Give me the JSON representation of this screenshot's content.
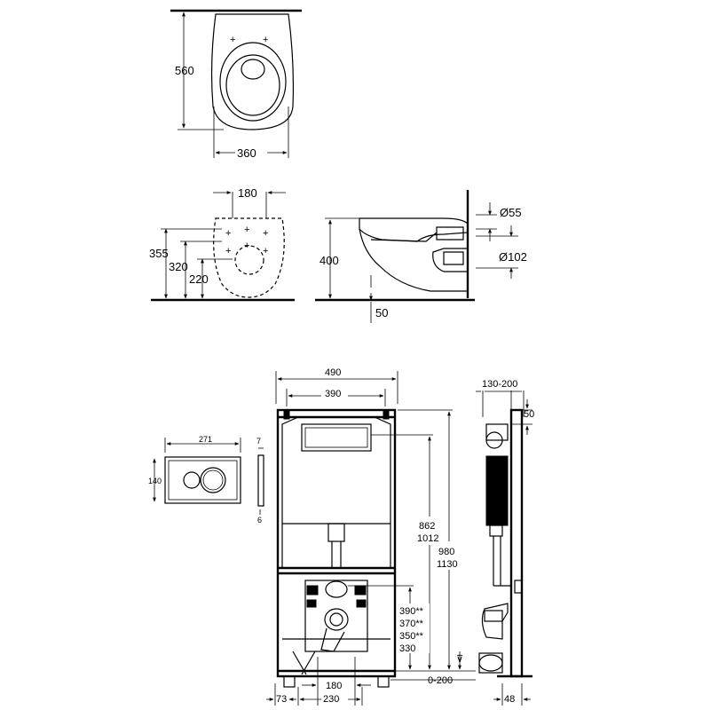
{
  "toilet_top": {
    "depth": "560",
    "width": "360"
  },
  "toilet_front": {
    "hole_spacing": "180",
    "h1": "355",
    "h2": "320",
    "h3": "220"
  },
  "toilet_side": {
    "height": "400",
    "inlet": "Ø55",
    "outlet": "Ø102",
    "floor_gap": "50"
  },
  "flush_plate": {
    "width": "271",
    "height": "140",
    "depth_top": "7",
    "depth_bottom": "6"
  },
  "frame_front": {
    "outer_width": "490",
    "inner_width": "390",
    "h_862": "862",
    "h_1012": "1012",
    "h_980": "980",
    "h_1130": "1130",
    "outlet_heights": [
      "390**",
      "370**",
      "350**",
      "330"
    ],
    "adjust": "0-200",
    "outlet_spacing": "180",
    "base_width": "230",
    "foot": "73"
  },
  "frame_side": {
    "depth_range": "130-200",
    "top_offset": "50",
    "foot_depth": "48"
  }
}
